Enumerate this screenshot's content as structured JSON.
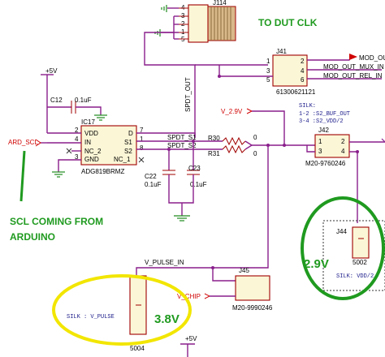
{
  "components": {
    "j114": {
      "ref": "J114",
      "pins": [
        "4",
        "3",
        "2",
        "1",
        "5"
      ]
    },
    "j41": {
      "ref": "J41",
      "part": "61300621121",
      "pins": [
        "1",
        "2",
        "3",
        "4",
        "5",
        "6"
      ]
    },
    "ic17": {
      "ref": "IC17",
      "part": "ADG819BRMZ",
      "pins": [
        "VDD",
        "IN",
        "NC_2",
        "GND",
        "D",
        "S1",
        "S2",
        "NC_1"
      ],
      "pin_numbers": [
        "2",
        "4",
        "3",
        "7",
        "1",
        "8"
      ]
    },
    "c12": {
      "ref": "C12",
      "value": "0.1uF"
    },
    "c22": {
      "ref": "C22",
      "value": "0.1uF"
    },
    "c23": {
      "ref": "C23",
      "value": "0.1uF"
    },
    "r30": {
      "ref": "R30",
      "value": "0"
    },
    "r31": {
      "ref": "R31",
      "value": "0"
    },
    "j42": {
      "ref": "J42",
      "part": "M20-9760246",
      "pins": [
        "1",
        "2",
        "3",
        "4"
      ],
      "silk": [
        "SILK:",
        "1-2 :S2_BUF_OUT",
        "3-4 :S2_VDD/2"
      ]
    },
    "j44": {
      "ref": "J44",
      "part": "5002",
      "silk": "SILK: VDD/2"
    },
    "j45": {
      "ref": "J45",
      "part": "M20-9990246"
    },
    "j5004": {
      "part": "5004",
      "silk": "SILK : V_PULSE"
    }
  },
  "nets": {
    "spdt_out": "SPDT_OUT",
    "spdt_s1": "SPDT_S1",
    "spdt_s2": "SPDT_S2",
    "ard_scl": "ARD_SCL",
    "v_2_9v": "V_2.9V",
    "v_pulse_in": "V_PULSE_IN",
    "v_chip": "V_CHIP",
    "mod_out": "MOD_OUT",
    "mod_out_mux_in": "MOD_OUT_MUX_IN",
    "mod_out_rel_in": "MOD_OUT_REL_IN",
    "plus5v_a": "+5V",
    "plus5v_b": "+5V"
  },
  "annotations": {
    "to_dut_clk": "TO DUT CLK",
    "scl_line1": "SCL COMING FROM",
    "scl_line2": "ARDUINO",
    "volt_29": "2.9V",
    "volt_38": "3.8V"
  },
  "colors": {
    "wire": "#8a1f8c",
    "component": "#a00000",
    "net_label": "#d00000",
    "ground": "#1f8a1f",
    "annotation_green": "#1f9a1f",
    "annotation_yellow": "#f2e600"
  }
}
